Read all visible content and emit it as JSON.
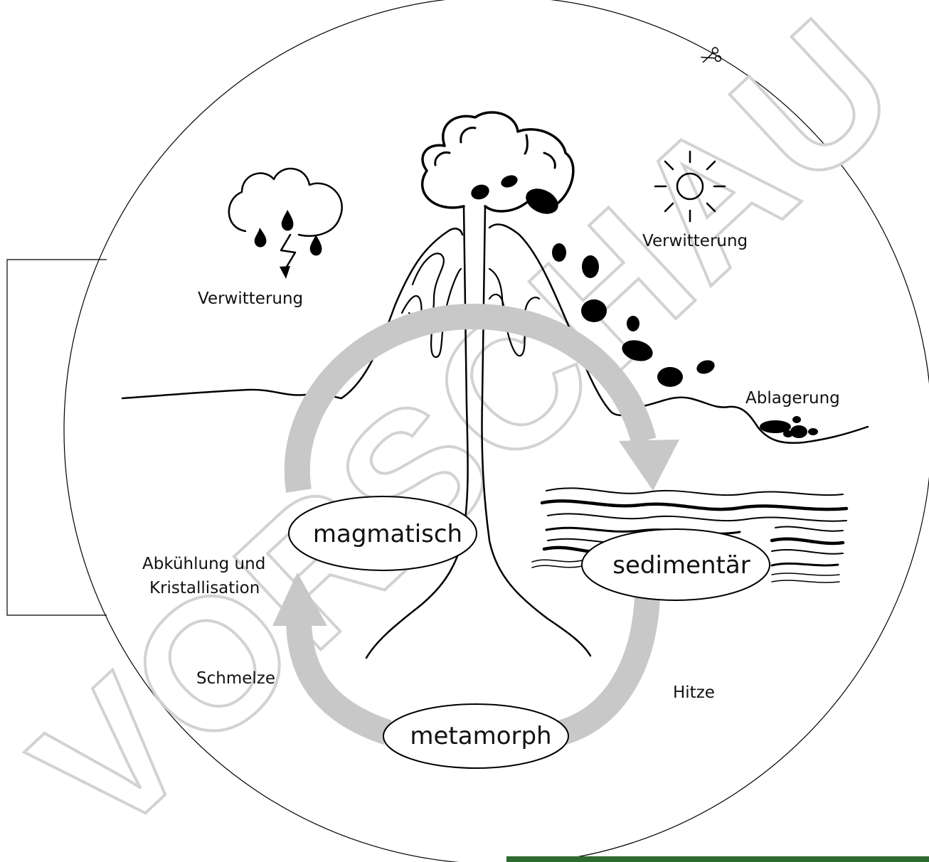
{
  "diagram": {
    "rock_types": {
      "magmatic": "magmatisch",
      "sedimentary": "sedimentär",
      "metamorphic": "metamorph"
    },
    "processes": {
      "weathering_left": "Verwitterung",
      "weathering_right": "Verwitterung",
      "deposition": "Ablagerung",
      "cooling_line1": "Abkühlung und",
      "cooling_line2": "Kristallisation",
      "melting": "Schmelze",
      "heat": "Hitze"
    }
  },
  "watermark": "VORSCHAU",
  "icons": [
    "scissors-icon",
    "sun-icon",
    "rain-cloud-icon",
    "lightning-icon",
    "volcano-icon"
  ],
  "colors": {
    "cycle_arrow": "#c8c8c8",
    "footer_bar": "#2e6b30",
    "ink": "#000000"
  }
}
